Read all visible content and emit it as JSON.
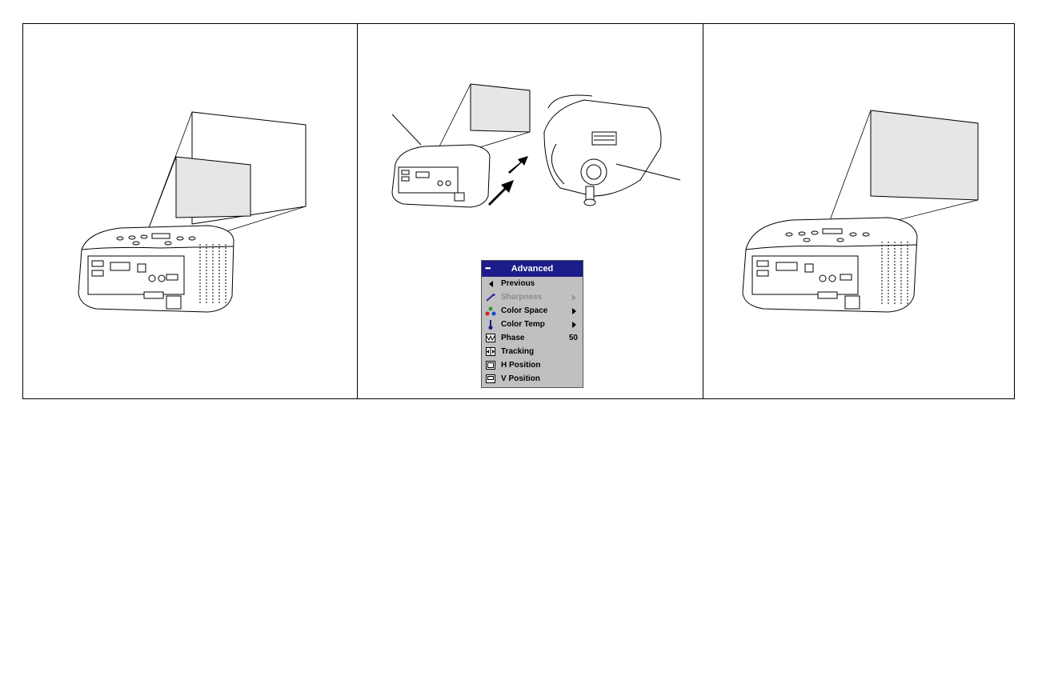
{
  "menu": {
    "title": "Advanced",
    "items": [
      {
        "label": "Previous",
        "icon": "left-arrow-icon",
        "value": "",
        "submenu": false,
        "disabled": false
      },
      {
        "label": "Sharpness",
        "icon": "sharpness-icon",
        "value": "",
        "submenu": true,
        "disabled": true
      },
      {
        "label": "Color Space",
        "icon": "color-space-icon",
        "value": "",
        "submenu": true,
        "disabled": false
      },
      {
        "label": "Color Temp",
        "icon": "thermometer-icon",
        "value": "",
        "submenu": true,
        "disabled": false
      },
      {
        "label": "Phase",
        "icon": "phase-icon",
        "value": "50",
        "submenu": false,
        "disabled": false
      },
      {
        "label": "Tracking",
        "icon": "tracking-icon",
        "value": "",
        "submenu": false,
        "disabled": false
      },
      {
        "label": "H Position",
        "icon": "h-position-icon",
        "value": "",
        "submenu": false,
        "disabled": false
      },
      {
        "label": "V Position",
        "icon": "v-position-icon",
        "value": "",
        "submenu": false,
        "disabled": false
      }
    ]
  },
  "colors": {
    "menu_title_bg": "#1c1c8a",
    "menu_bg": "#c0c0c0",
    "screen_fill": "#e6e6e6"
  }
}
